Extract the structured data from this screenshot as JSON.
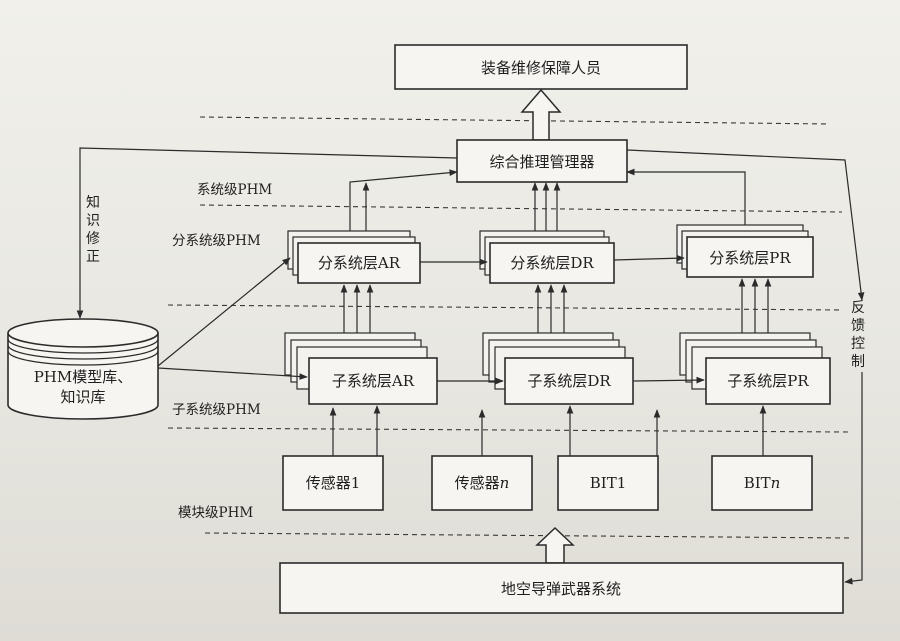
{
  "top_box": "装备维修保障人员",
  "manager_box": "综合推理管理器",
  "layer_labels": {
    "system": "系统级PHM",
    "subsystem_group": "分系统级PHM",
    "subsystem": "子系统级PHM",
    "module": "模块级PHM"
  },
  "group_boxes": [
    "分系统层AR",
    "分系统层DR",
    "分系统层PR"
  ],
  "sub_boxes": [
    "子系统层AR",
    "子系统层DR",
    "子系统层PR"
  ],
  "sensors": [
    {
      "text": "传感器1",
      "suffix": ""
    },
    {
      "text": "传感器",
      "suffix": "n"
    },
    {
      "text": "BIT1",
      "suffix": ""
    },
    {
      "text": "BIT",
      "suffix": "n"
    }
  ],
  "database": {
    "line1": "PHM模型库、",
    "line2": "知识库"
  },
  "knowledge_label": [
    "知",
    "识",
    "修",
    "正"
  ],
  "feedback_label": [
    "反",
    "馈",
    "控",
    "制"
  ],
  "bottom_box": "地空导弹武器系统"
}
